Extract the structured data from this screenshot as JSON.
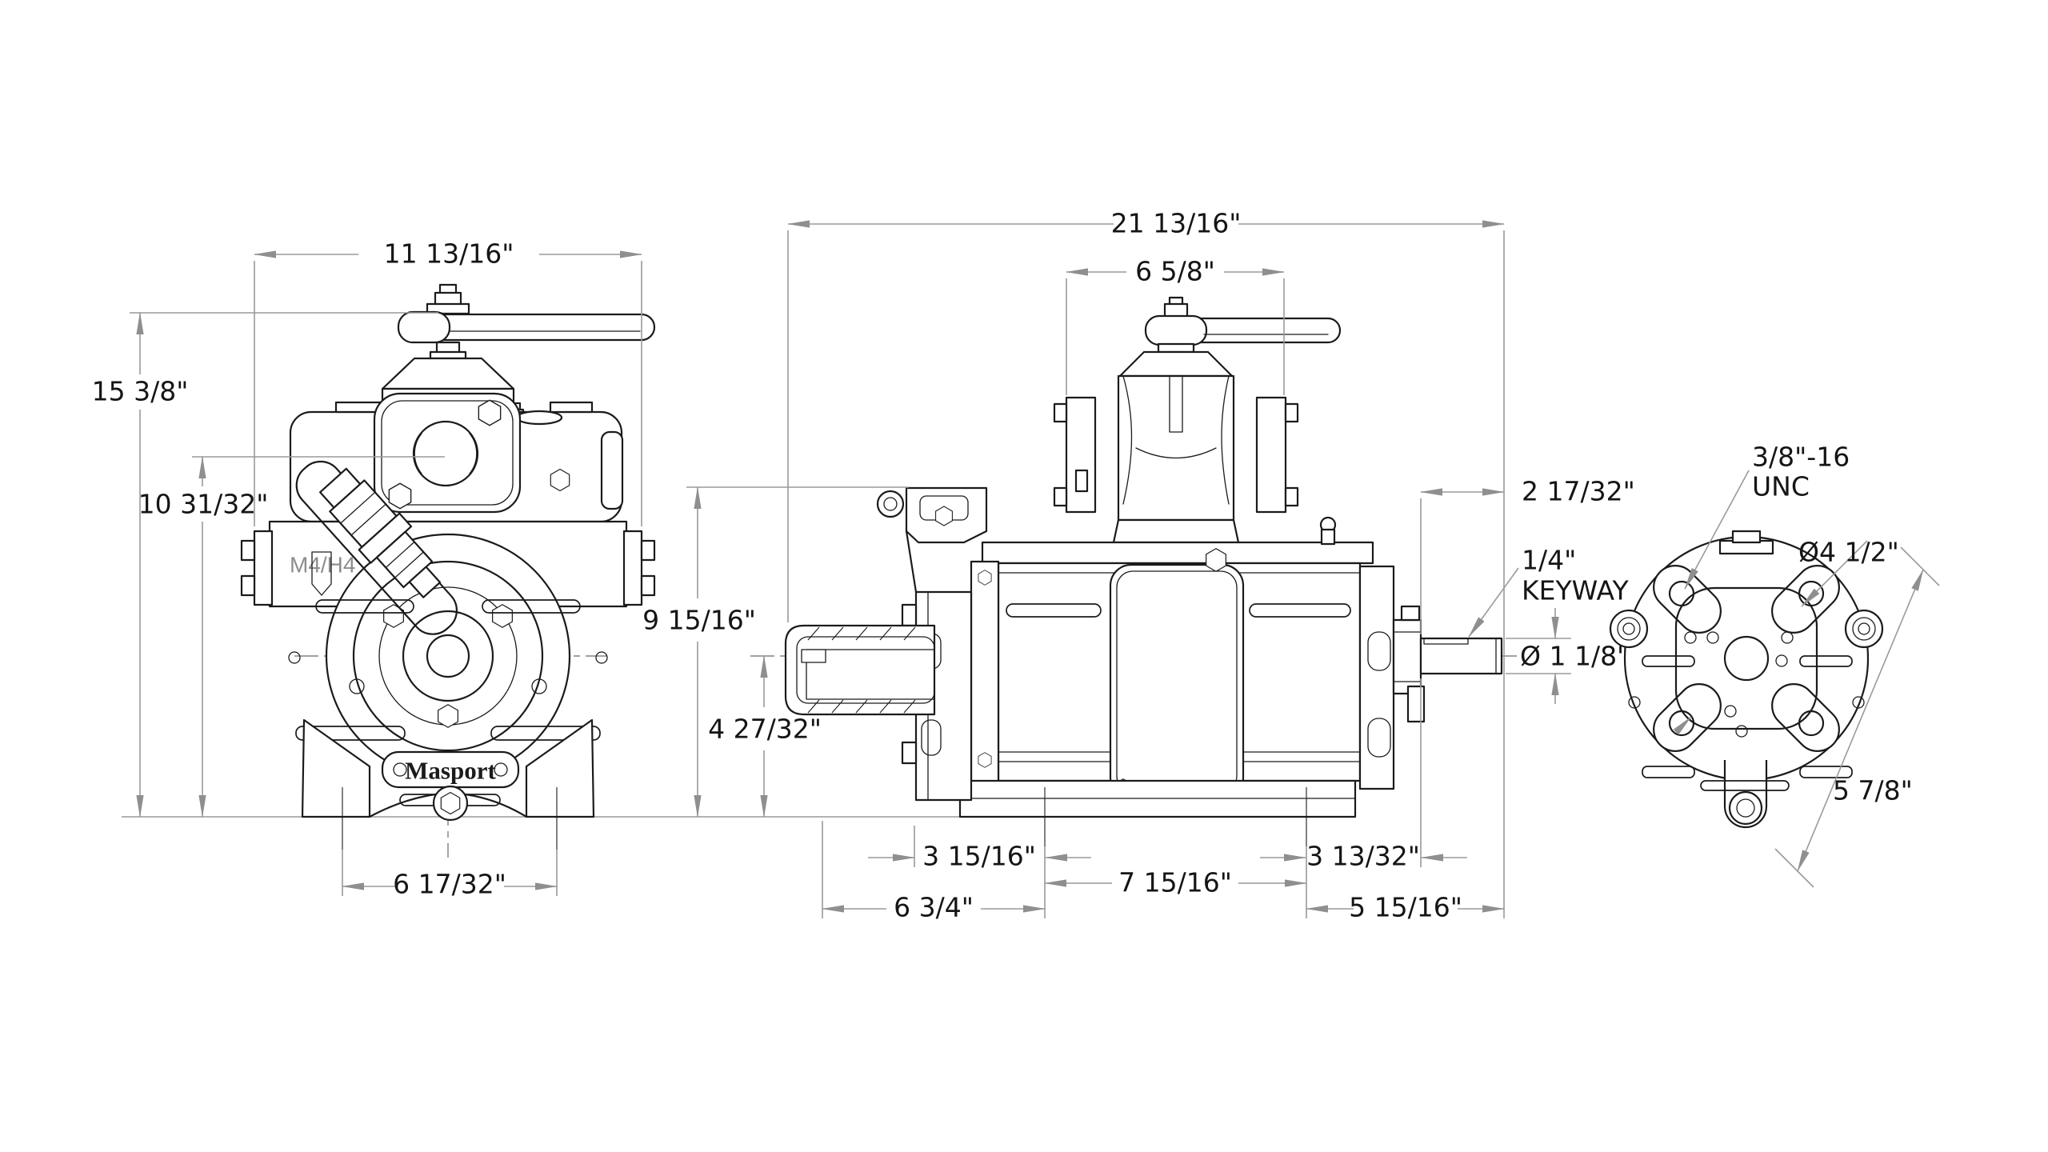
{
  "drawing": {
    "brand_nameplate": "Masport",
    "model_engraving": "M4/H4",
    "colors": {
      "line": "#1b1b1b",
      "dimension_line": "#9a9a9a",
      "text": "#151515",
      "background": "#ffffff"
    }
  },
  "views": {
    "front": {
      "name": "front-view",
      "dims": {
        "width": "11 13/16\"",
        "overall_height": "15 3/8\"",
        "sightglass_height": "10 31/32\"",
        "foot_spacing": "6 17/32\""
      }
    },
    "side": {
      "name": "side-view",
      "dims": {
        "overall_length": "21 13/16\"",
        "valve_flange_width": "6 5/8\"",
        "bracket_height": "9 15/16\"",
        "centerline_height": "4 27/32\"",
        "shaft_extension": "2 17/32\"",
        "keyway_line1": "1/4\"",
        "keyway_line2": "KEYWAY",
        "shaft_diameter": "Ø 1 1/8\"",
        "foot_offset_left": "3 15/16\"",
        "foot_centers": "7 15/16\"",
        "foot_offset_right": "3 13/32\"",
        "inlet_to_foot": "6 3/4\"",
        "foot_to_shaft_end": "5 15/16\""
      }
    },
    "end": {
      "name": "end-view",
      "dims": {
        "thread_callout_line1": "3/8\"-16",
        "thread_callout_line2": "UNC",
        "bolt_circle_diameter": "Ø4 1/2\"",
        "mount_diagonal": "5 7/8\""
      }
    }
  }
}
